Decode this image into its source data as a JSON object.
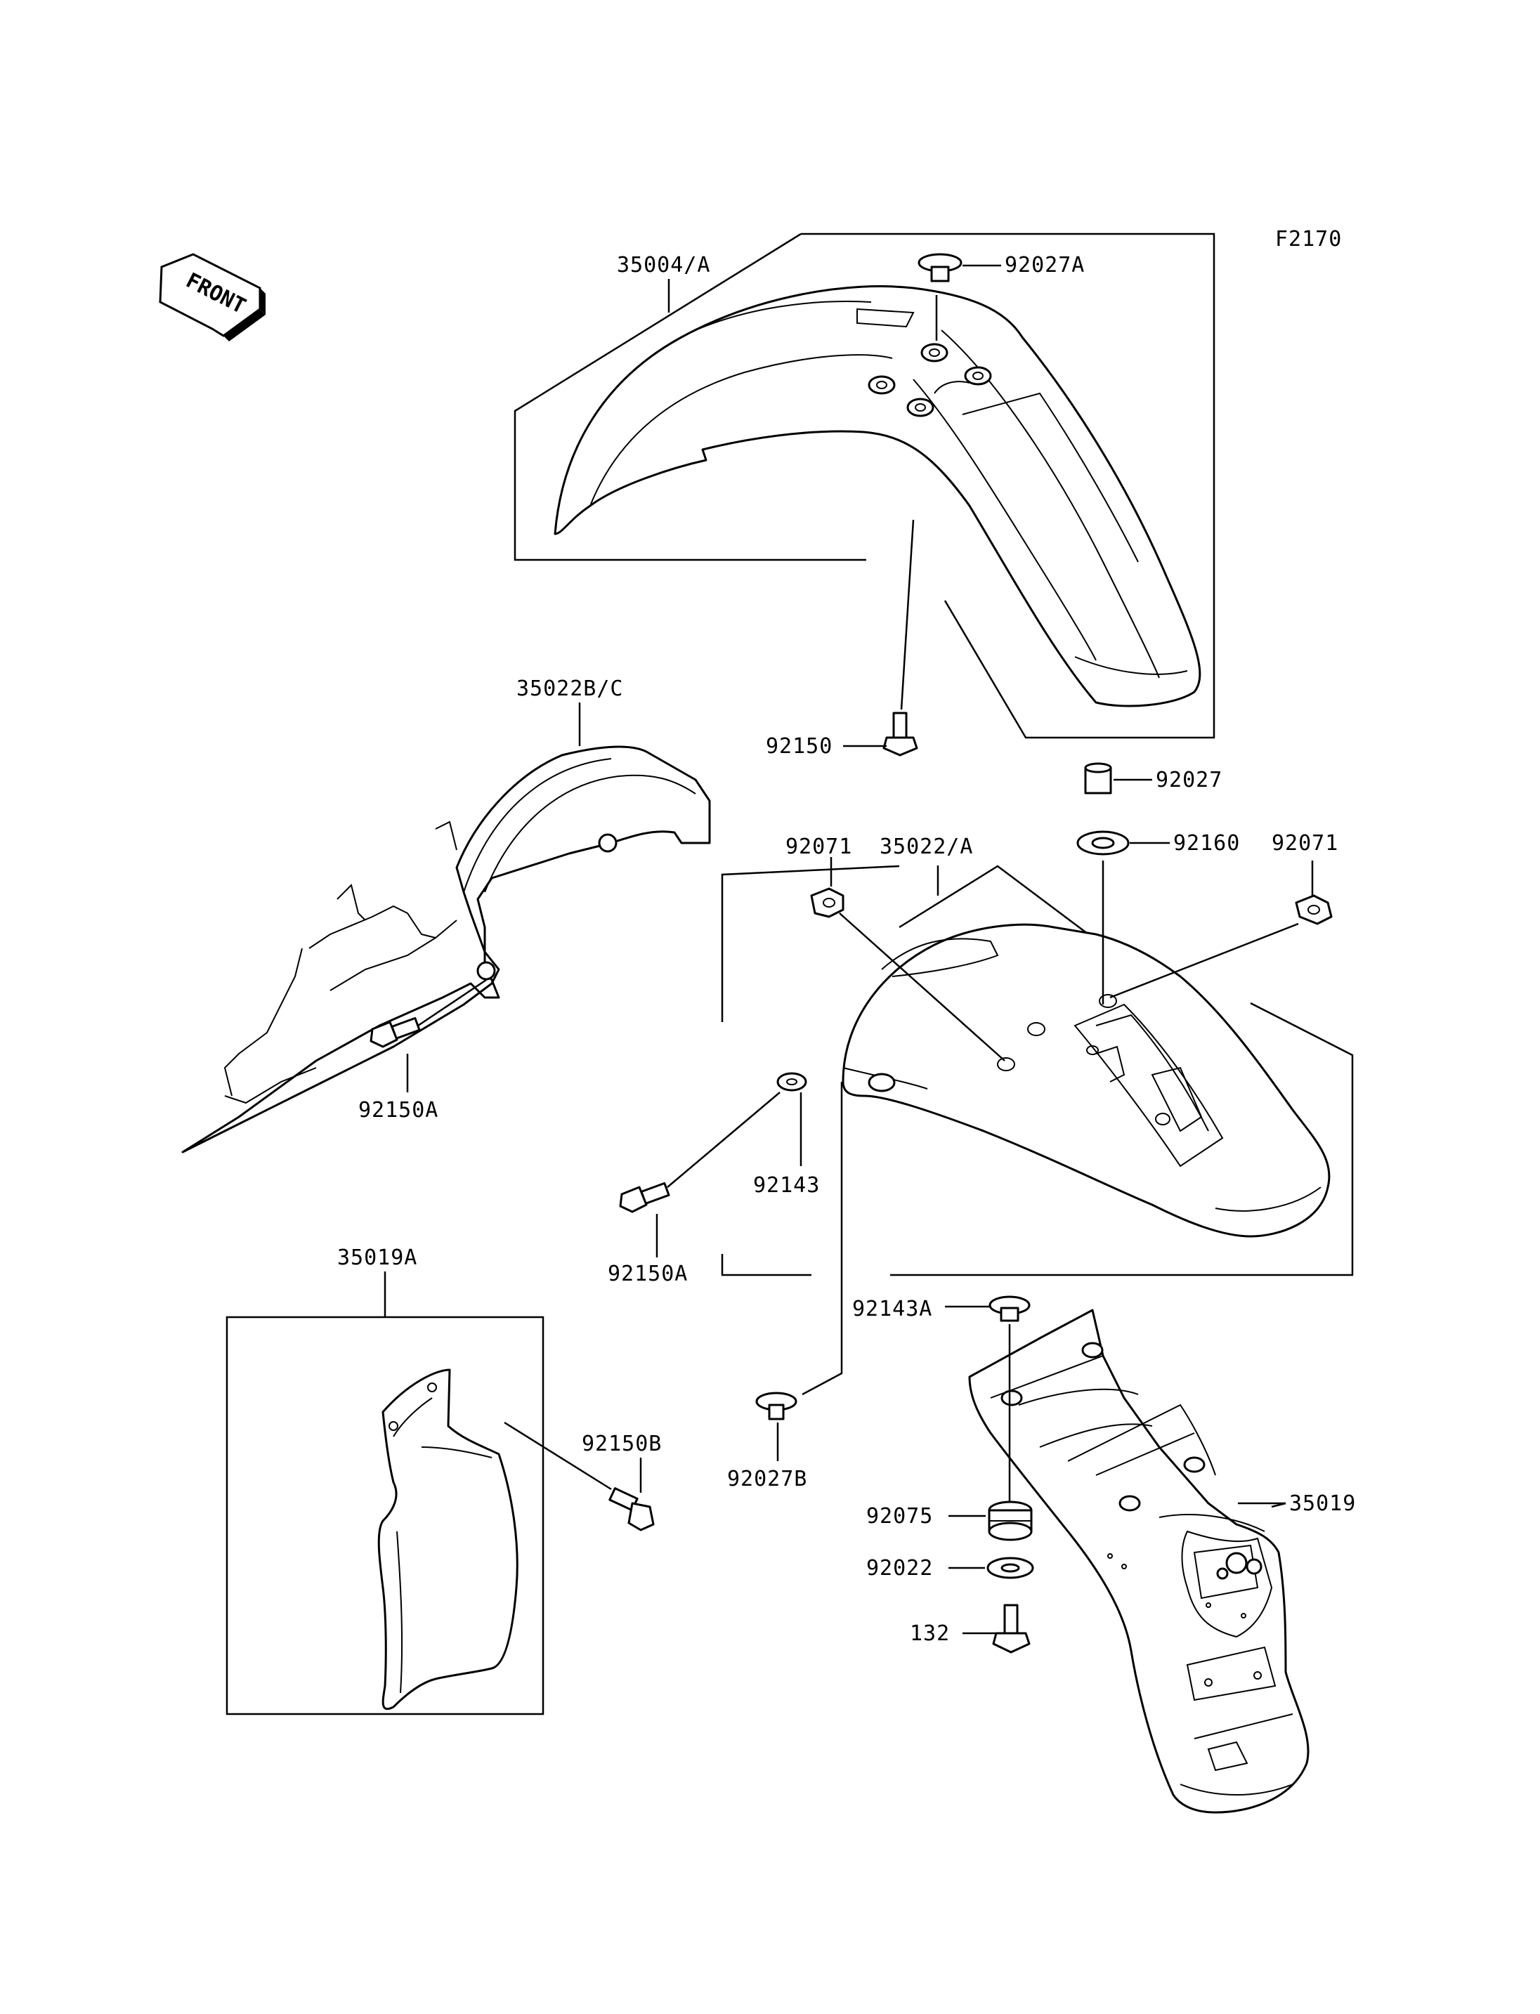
{
  "figure_code": "F2170",
  "front_indicator": "FRONT",
  "labels": {
    "p35004A": "35004/A",
    "p92027A": "92027A",
    "p35022BC": "35022B/C",
    "p92150": "92150",
    "p92027": "92027",
    "p92071_left": "92071",
    "p35022A": "35022/A",
    "p92160": "92160",
    "p92071_right": "92071",
    "p92150A_left": "92150A",
    "p92143": "92143",
    "p92150A_right": "92150A",
    "p35019A": "35019A",
    "p92143A": "92143A",
    "p92150B": "92150B",
    "p92027B": "92027B",
    "p35019": "35019",
    "p92075": "92075",
    "p92022": "92022",
    "p132": "132"
  }
}
